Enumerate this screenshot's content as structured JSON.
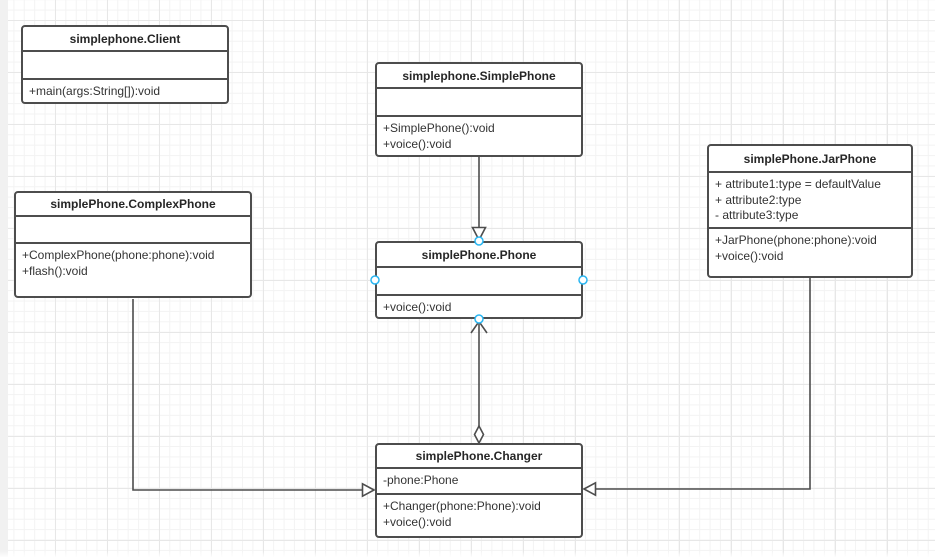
{
  "diagram": {
    "type": "uml-class-diagram",
    "classes": {
      "client": {
        "title": "simplephone.Client",
        "attributes": [],
        "methods": [
          "+main(args:String[]):void"
        ]
      },
      "simplephone": {
        "title": "simplephone.SimplePhone",
        "attributes": [],
        "methods": [
          "+SimplePhone():void",
          "+voice():void"
        ]
      },
      "jarphone": {
        "title": "simplePhone.JarPhone",
        "attributes": [
          "+ attribute1:type = defaultValue",
          "+ attribute2:type",
          "- attribute3:type"
        ],
        "methods": [
          "+JarPhone(phone:phone):void",
          "+voice():void"
        ]
      },
      "complexphone": {
        "title": "simplePhone.ComplexPhone",
        "attributes": [],
        "methods": [
          "+ComplexPhone(phone:phone):void",
          "+flash():void"
        ]
      },
      "phone": {
        "title": "simplePhone.Phone",
        "attributes": [],
        "methods": [
          "+voice():void"
        ]
      },
      "changer": {
        "title": "simplePhone.Changer",
        "attributes": [
          "-phone:Phone"
        ],
        "methods": [
          "+Changer(phone:Phone):void",
          "+voice():void"
        ]
      }
    },
    "relationships": [
      {
        "from": "simplephone.SimplePhone",
        "to": "simplePhone.Phone",
        "type": "generalization"
      },
      {
        "from": "simplePhone.Changer",
        "to": "simplePhone.Phone",
        "type": "aggregation-with-open-arrow"
      },
      {
        "from": "simplePhone.ComplexPhone",
        "to": "simplePhone.Changer",
        "type": "generalization"
      },
      {
        "from": "simplePhone.JarPhone",
        "to": "simplePhone.Changer",
        "type": "generalization"
      }
    ],
    "colors": {
      "box_border": "#4d4d4d",
      "box_fill": "#ffffff",
      "edge_stroke": "#4d4d4d",
      "connection_point": "#29b6f2",
      "grid_minor": "#f3f3f3",
      "grid_major": "#e7e7e7",
      "background": "#ffffff"
    }
  }
}
